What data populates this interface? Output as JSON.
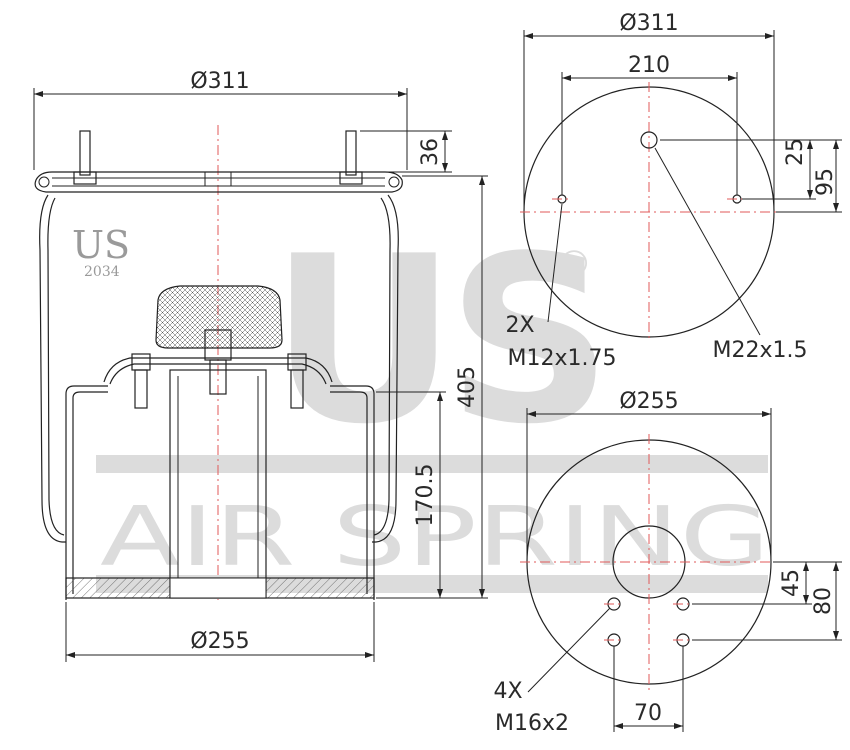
{
  "watermark": {
    "logo_text": "US",
    "registered_mark": "®",
    "subtitle": "AIR SPRING"
  },
  "brand_stamp": {
    "logo_text": "US",
    "part_number": "2034"
  },
  "side_view": {
    "top_diameter": "Ø311",
    "stud_height": "36",
    "overall_height": "405",
    "piston_height": "170.5",
    "bottom_diameter": "Ø255"
  },
  "top_plate_view": {
    "diameter": "Ø311",
    "bolt_spacing": "210",
    "air_fitting_offset": "25",
    "stud_offset": "95",
    "stud_callout_qty": "2X",
    "stud_callout_thread": "M12x1.75",
    "air_fitting_thread": "M22x1.5"
  },
  "bottom_plate_view": {
    "diameter": "Ø255",
    "hole_row_spacing": "45",
    "hole_span": "80",
    "hole_pitch": "70",
    "hole_callout_qty": "4X",
    "hole_callout_thread": "M16x2"
  }
}
